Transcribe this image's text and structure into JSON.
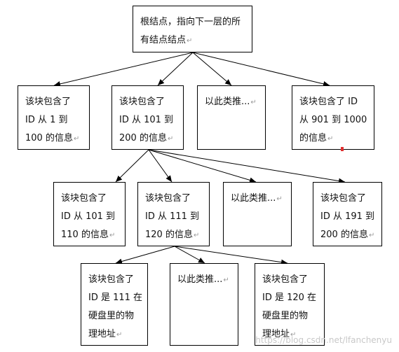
{
  "nodes": {
    "root": {
      "lines": [
        "根结点，指向下一层的所",
        "有结点结点"
      ]
    },
    "l1_a": {
      "lines": [
        "该块包含了",
        "ID  从  1  到",
        "100 的信息"
      ]
    },
    "l1_b": {
      "lines": [
        "该块包含了",
        "ID 从 101 到",
        "200 的信息"
      ]
    },
    "l1_c": {
      "lines": [
        "以此类推..."
      ]
    },
    "l1_d": {
      "lines": [
        "该块包含了  ID",
        "从 901 到 1000",
        "的信息"
      ]
    },
    "l2_a": {
      "lines": [
        "该块包含了",
        "ID 从 101 到",
        "110 的信息"
      ]
    },
    "l2_b": {
      "lines": [
        "该块包含了",
        "ID 从 111 到",
        "120 的信息"
      ]
    },
    "l2_c": {
      "lines": [
        "以此类推..."
      ]
    },
    "l2_d": {
      "lines": [
        "该块包含了",
        "ID 从 191 到",
        "200 的信息"
      ]
    },
    "l3_a": {
      "lines": [
        "该块包含了",
        "ID 是 111 在",
        "硬盘里的物",
        "理地址"
      ]
    },
    "l3_b": {
      "lines": [
        "以此类推..."
      ]
    },
    "l3_c": {
      "lines": [
        "该块包含了",
        "ID 是 120 在",
        "硬盘里的物",
        "理地址"
      ]
    }
  },
  "paragraph_mark": "↵",
  "watermark": "https://blog.csdn.net/lfanchenyu"
}
